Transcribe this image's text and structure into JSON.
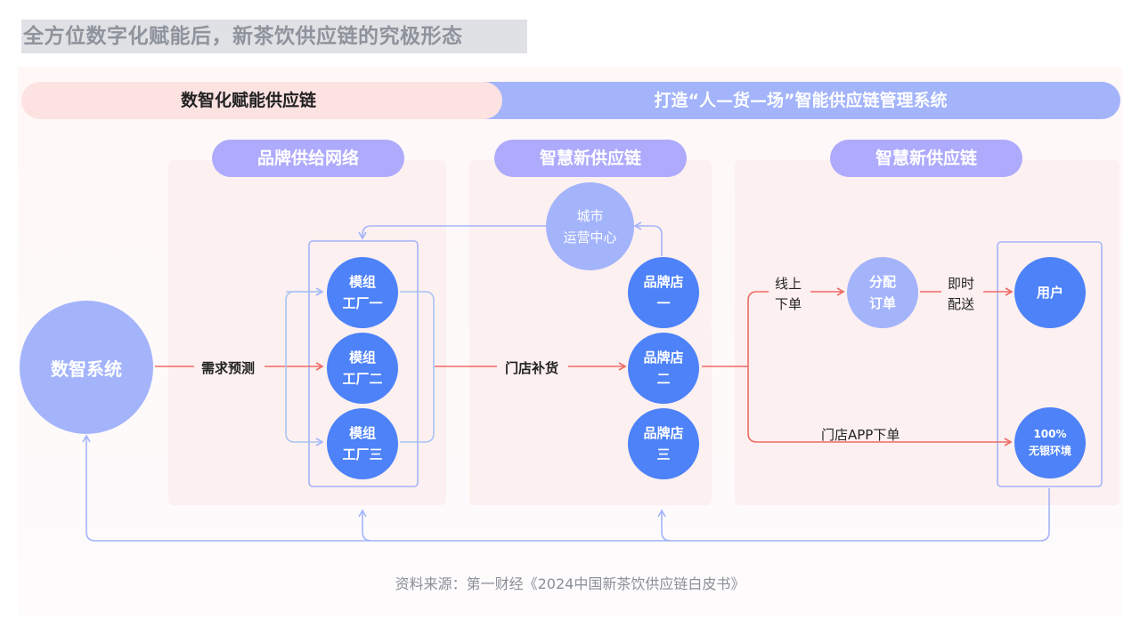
{
  "title": "全方位数字化赋能后，新茶饮供应链的究极形态",
  "bands": {
    "left": "数智化赋能供应链",
    "right": "打造“人—货—场”智能供应链管理系统"
  },
  "sections": [
    {
      "pill": "品牌供给网络"
    },
    {
      "pill": "智慧新供应链"
    },
    {
      "pill": "智慧新供应链"
    }
  ],
  "nodes": {
    "data_system": "数智系统",
    "factory_1": [
      "模组",
      "工厂一"
    ],
    "factory_2": [
      "模组",
      "工厂二"
    ],
    "factory_3": [
      "模组",
      "工厂三"
    ],
    "city_center": [
      "城市",
      "运营中心"
    ],
    "store_1": [
      "品牌店",
      "一"
    ],
    "store_2": [
      "品牌店",
      "二"
    ],
    "store_3": [
      "品牌店",
      "三"
    ],
    "dispatch": [
      "分配",
      "订单"
    ],
    "user": "用户",
    "cashless": [
      "100%",
      "无银环境"
    ]
  },
  "edges": {
    "demand_forecast": "需求预测",
    "store_replenish": "门店补货",
    "online_order": [
      "线上",
      "下单"
    ],
    "instant_delivery": [
      "即时",
      "配送"
    ],
    "app_order": "门店APP下单"
  },
  "colors": {
    "flow_red": "#ef6a64",
    "feedback_blue": "#a3b4fb",
    "node_dark": "#4d82f8",
    "node_light": "#a3b4fb",
    "pill": "#aeaafc"
  },
  "source": "资料来源：第一财经《2024中国新茶饮供应链白皮书》"
}
